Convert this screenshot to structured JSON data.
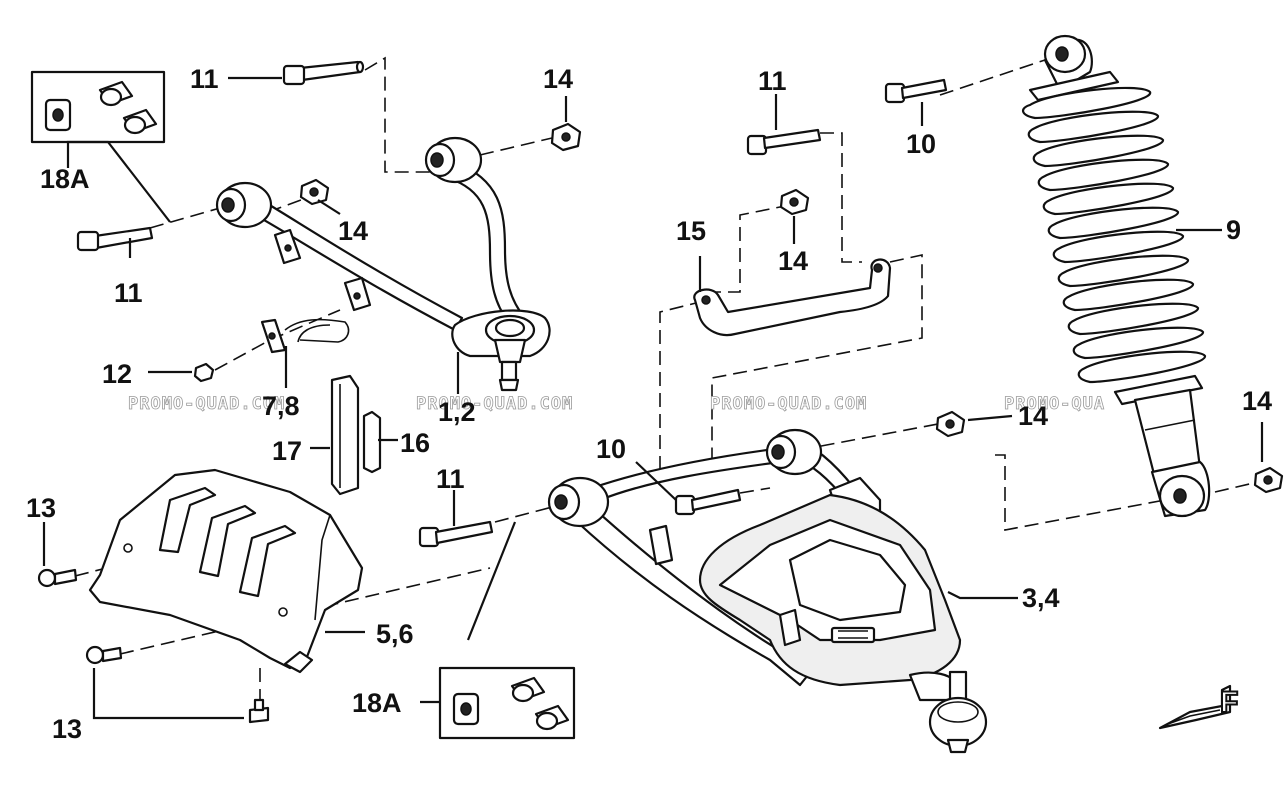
{
  "diagram": {
    "callouts": {
      "c11_top": "11",
      "c14_top": "14",
      "c18a_top": "18A",
      "c14_upper_arm": "14",
      "c11_left": "11",
      "c12": "12",
      "c78": "7,8",
      "c12_arm": "1,2",
      "c17": "17",
      "c16": "16",
      "c13_top": "13",
      "c56": "5,6",
      "c13_bottom": "13",
      "c18a_bottom": "18A",
      "c11_mid": "11",
      "c10_mid": "10",
      "c11_bracket": "11",
      "c15": "15",
      "c14_bracket": "14",
      "c10_shock": "10",
      "c9": "9",
      "c14_right": "14",
      "c14_far_right": "14",
      "c34": "3,4"
    },
    "watermark": [
      "PROMO-QUAD.COM",
      "PROMO-QUAD.COM",
      "PROMO-QUAD.COM",
      "PROMO-QUA"
    ],
    "direction_mark": "F"
  }
}
